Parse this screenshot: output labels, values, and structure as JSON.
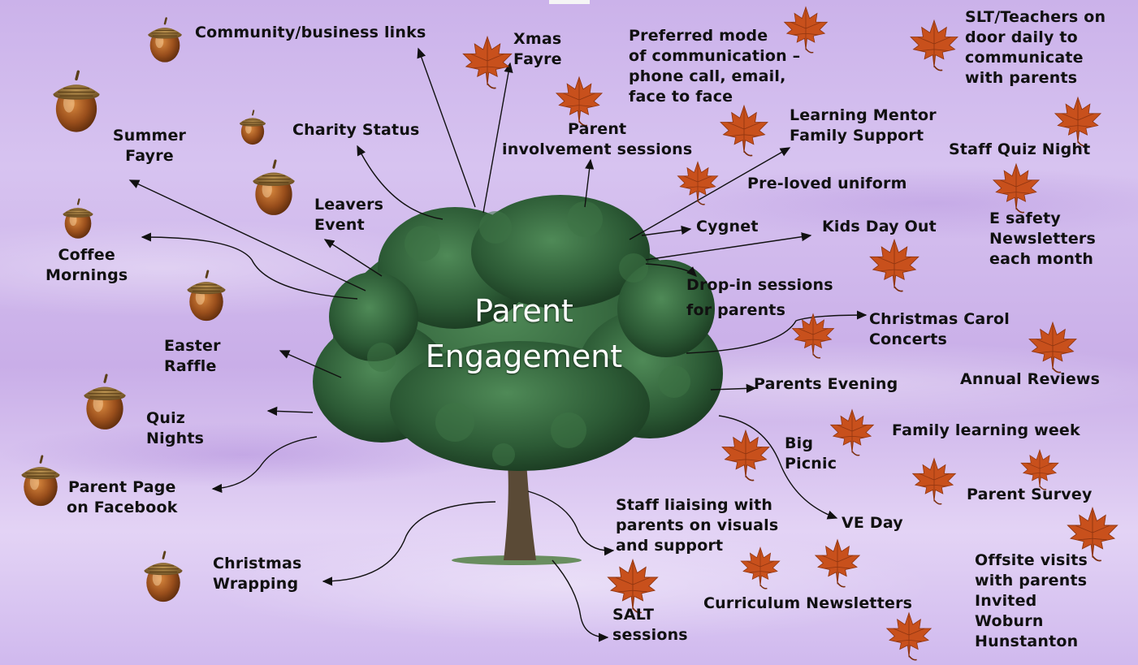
{
  "title": "Parent\nEngagement",
  "colors": {
    "trunk": "#5a4a36",
    "foliage": "#2f5e38",
    "leaf": "#c8501c",
    "acorn": "#8a4a1e",
    "arrow": "#111111"
  },
  "labels": {
    "community": "Community/business links",
    "xmas": "Xmas\nFayre",
    "preferred": "Preferred mode\nof communication –\nphone call, email,\nface to face",
    "slt": "SLT/Teachers on\ndoor daily to\ncommunicate\nwith parents",
    "summer": "Summer\nFayre",
    "charity": "Charity Status",
    "parent_inv": "Parent\ninvolvement sessions",
    "mentor": "Learning Mentor\nFamily Support",
    "quiz_staff": "Staff Quiz Night",
    "leavers": "Leavers\nEvent",
    "preloved": "Pre-loved uniform",
    "esafety": "E safety\nNewsletters\neach month",
    "coffee": "Coffee\nMornings",
    "cygnet": "Cygnet",
    "kids": "Kids Day Out",
    "dropin": "Drop-in sessions\nfor parents",
    "carol": "Christmas Carol\nConcerts",
    "easter": "Easter\nRaffle",
    "annual": "Annual Reviews",
    "evening": "Parents Evening",
    "quiz_nights": "Quiz\nNights",
    "family": "Family learning week",
    "picnic": "Big\nPicnic",
    "facebook": "Parent Page\non Facebook",
    "survey": "Parent Survey",
    "staff_liaising": "Staff liaising with\nparents on visuals\nand support",
    "ve": "VE Day",
    "wrapping": "Christmas\nWrapping",
    "offsite": "Offsite visits\nwith parents\nInvited\nWoburn\nHunstanton",
    "salt": "SALT\nsessions",
    "curriculum": "Curriculum Newsletters"
  },
  "icons": {
    "acorn": "acorn-icon",
    "leaf": "maple-leaf-icon",
    "tree": "oak-tree"
  }
}
